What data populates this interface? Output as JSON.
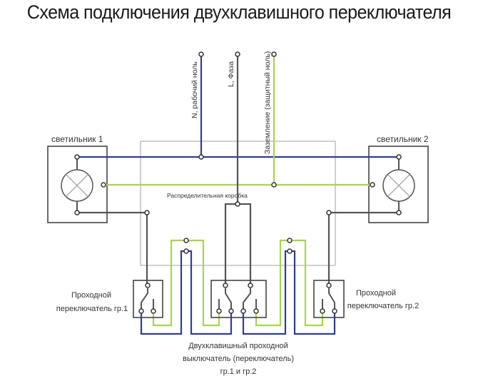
{
  "title": "Схема подключения двухклавишного переключателя",
  "inputs": {
    "neutral": "N, рабочий ноль",
    "phase": "L, Фаза",
    "ground": "Заземление (защитный ноль)"
  },
  "lamps": [
    {
      "label": "светильник 1"
    },
    {
      "label": "светильник 2"
    }
  ],
  "junction_box": {
    "label": "Распределительная коробка"
  },
  "switches": {
    "left": {
      "line1": "Проходной",
      "line2": "переключатель гр.1"
    },
    "right": {
      "line1": "Проходной",
      "line2": "переключатель гр.2"
    },
    "center": {
      "line1": "Двухклавишный проходной",
      "line2": "выключатель (переключатель)",
      "line3": "гр.1 и гр.2"
    }
  },
  "colors": {
    "neutral": "#2f3e94",
    "phase": "#555555",
    "ground": "#a6d64a"
  }
}
